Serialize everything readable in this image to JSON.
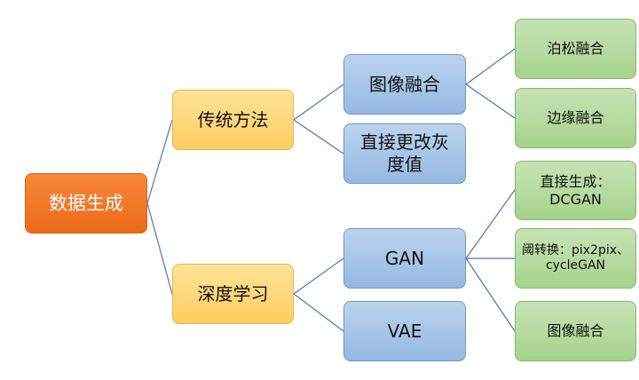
{
  "nodes": {
    "root": "数据生成",
    "traditional": "传统方法",
    "deep": "深度学习",
    "image_fusion": "图像融合",
    "direct_change": [
      "直接更改灰",
      "度值"
    ],
    "gan": "GAN",
    "vae": "VAE",
    "poisson": "泊松融合",
    "edge": "边缘融合",
    "direct_gen": [
      "直接生成：",
      "DCGAN"
    ],
    "transfer": [
      "阈转换：pix2pix、",
      "cycleGAN"
    ],
    "gan_fusion": "图像融合"
  },
  "colors": {
    "root": "#ec6a17",
    "level1": "#ffd66e",
    "level2": "#a3c1e7",
    "level3": "#b4da9f",
    "link": "#4a76b8"
  }
}
